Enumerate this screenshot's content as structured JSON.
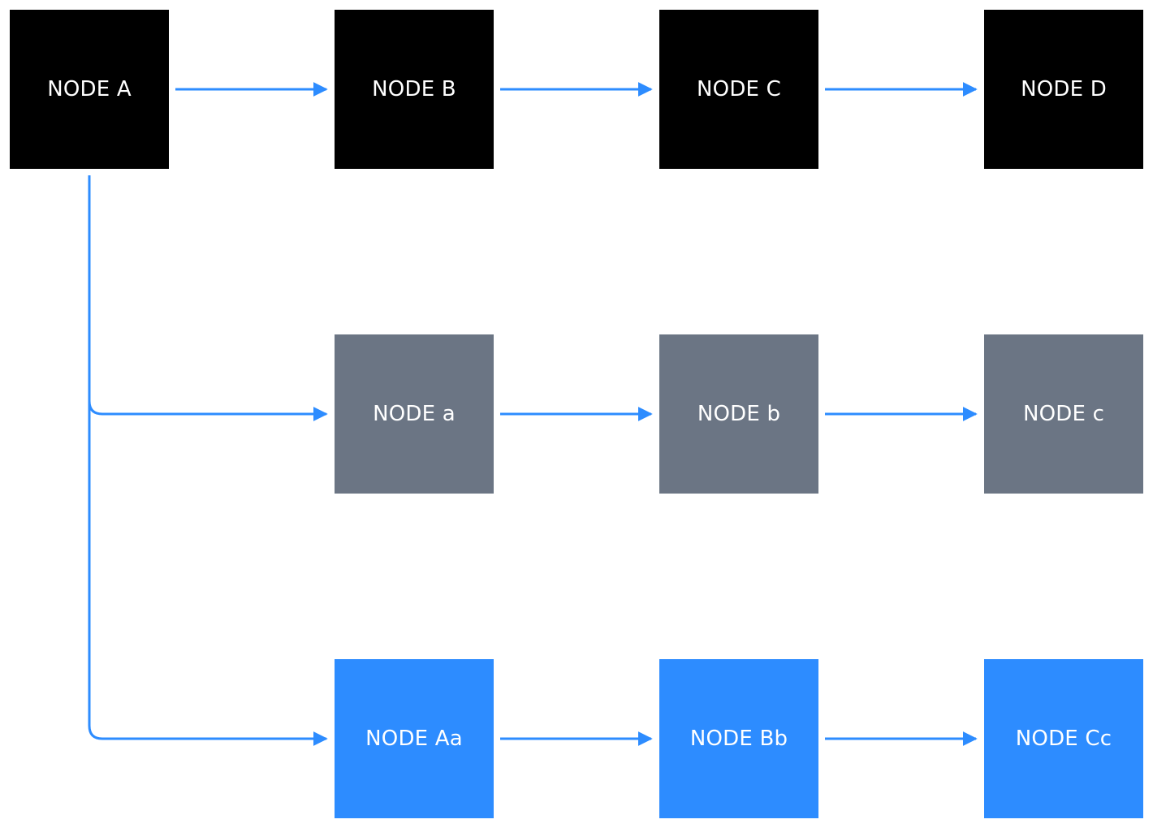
{
  "colors": {
    "row1_fill": "#000000",
    "row2_fill": "#6b7584",
    "row3_fill": "#2d8cff",
    "edge": "#2d8cff",
    "text": "#ffffff"
  },
  "nodes": {
    "a": "NODE A",
    "b": "NODE B",
    "c": "NODE C",
    "d": "NODE D",
    "la": "NODE a",
    "lb": "NODE b",
    "lc": "NODE c",
    "aa": "NODE Aa",
    "bb": "NODE Bb",
    "cc": "NODE Cc"
  },
  "edges": [
    {
      "from": "NODE A",
      "to": "NODE B"
    },
    {
      "from": "NODE B",
      "to": "NODE C"
    },
    {
      "from": "NODE C",
      "to": "NODE D"
    },
    {
      "from": "NODE A",
      "to": "NODE a"
    },
    {
      "from": "NODE a",
      "to": "NODE b"
    },
    {
      "from": "NODE b",
      "to": "NODE c"
    },
    {
      "from": "NODE A",
      "to": "NODE Aa"
    },
    {
      "from": "NODE Aa",
      "to": "NODE Bb"
    },
    {
      "from": "NODE Bb",
      "to": "NODE Cc"
    }
  ]
}
